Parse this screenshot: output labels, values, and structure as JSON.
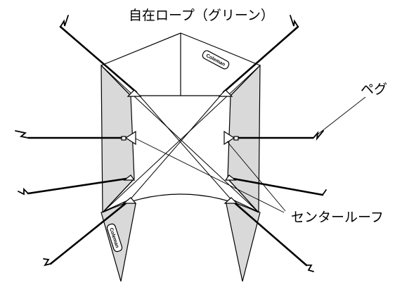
{
  "labels": {
    "top_rope": "自在ロープ（グリーン）",
    "peg": "ペグ",
    "center_loop": "センタールーフ"
  },
  "logo": {
    "brand": "Coleman"
  },
  "colors": {
    "panel_fill": "#d9d9d9",
    "outline": "#000000",
    "background": "#ffffff"
  },
  "icons": [
    "peg-hook-icon",
    "center-loop-triangle-icon",
    "coleman-logo-icon"
  ]
}
